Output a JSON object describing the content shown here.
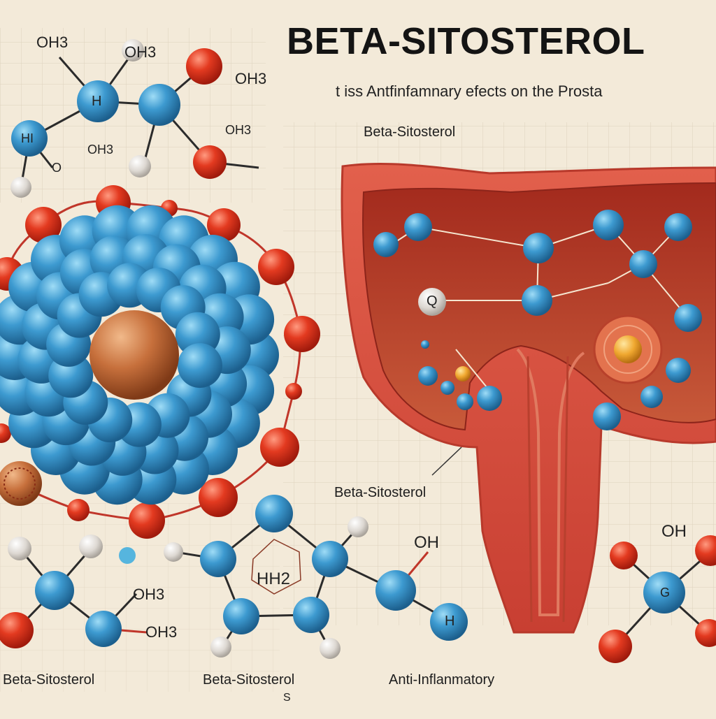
{
  "title": "BETA-SITOSTEROL",
  "subtitle": "t iss Antfinfamnary efects on the Prosta",
  "prostate_label": "Beta-Sitosterol",
  "middle_label": "Beta-Sitosterol",
  "bottom_labels": {
    "left": "Beta-Sitosterol",
    "center": "Beta-Sitosterol",
    "center_sub": "S",
    "right": "Anti-Inflanmatory"
  },
  "atom_labels": {
    "tl_oh_1": "OH3",
    "tl_oh_2": "OH3",
    "tl_oh_3": "OH3",
    "tl_oh_4": "OH3",
    "tl_oh_5": "OH3",
    "tl_h": "H",
    "tl_hi": "HI",
    "tl_o": "O",
    "bl_oh_1": "OH3",
    "bl_oh_2": "OH3",
    "ring_hh": "HH2",
    "ring_oh": "OH",
    "ring_h": "H",
    "prostate_q": "Q",
    "right_oh": "OH",
    "right_g": "G"
  },
  "colors": {
    "background": "#f3ead9",
    "blue_atom": "#3d93c9",
    "red_atom": "#e03a22",
    "tissue": "#d9503f",
    "core": "#c9713d"
  }
}
